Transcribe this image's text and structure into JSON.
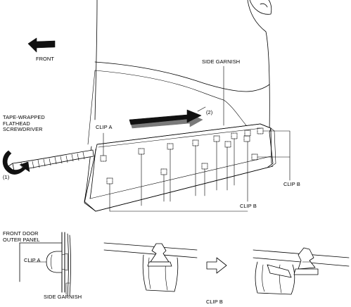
{
  "labels": {
    "front": "FRONT",
    "side_garnish_top": "SIDE GARNISH",
    "step_2": "(2)",
    "tool": "TAPE-WRAPPED\nFLATHEAD\nSCREWDRIVER",
    "step_1": "(1)",
    "clip_a_top": "CLIP A",
    "clip_b_right": "CLIP B",
    "clip_b_mid": "CLIP B",
    "front_door_outer_panel": "FRONT DOOR\nOUTER PANEL",
    "clip_a_detail": "CLIP A",
    "side_garnish_detail": "SIDE GARNISH",
    "clip_b_detail": "CLIP B"
  },
  "colors": {
    "line": "#000000",
    "background": "#ffffff",
    "arrow_fill": "#111111",
    "shadow": "#7a7a7a"
  },
  "icons": {
    "front_arrow": "left-arrow-icon",
    "pull_arrow": "right-arrow-icon",
    "rotate_arrow": "rotation-arrow-icon",
    "step_arrow": "hollow-right-arrow-icon"
  }
}
